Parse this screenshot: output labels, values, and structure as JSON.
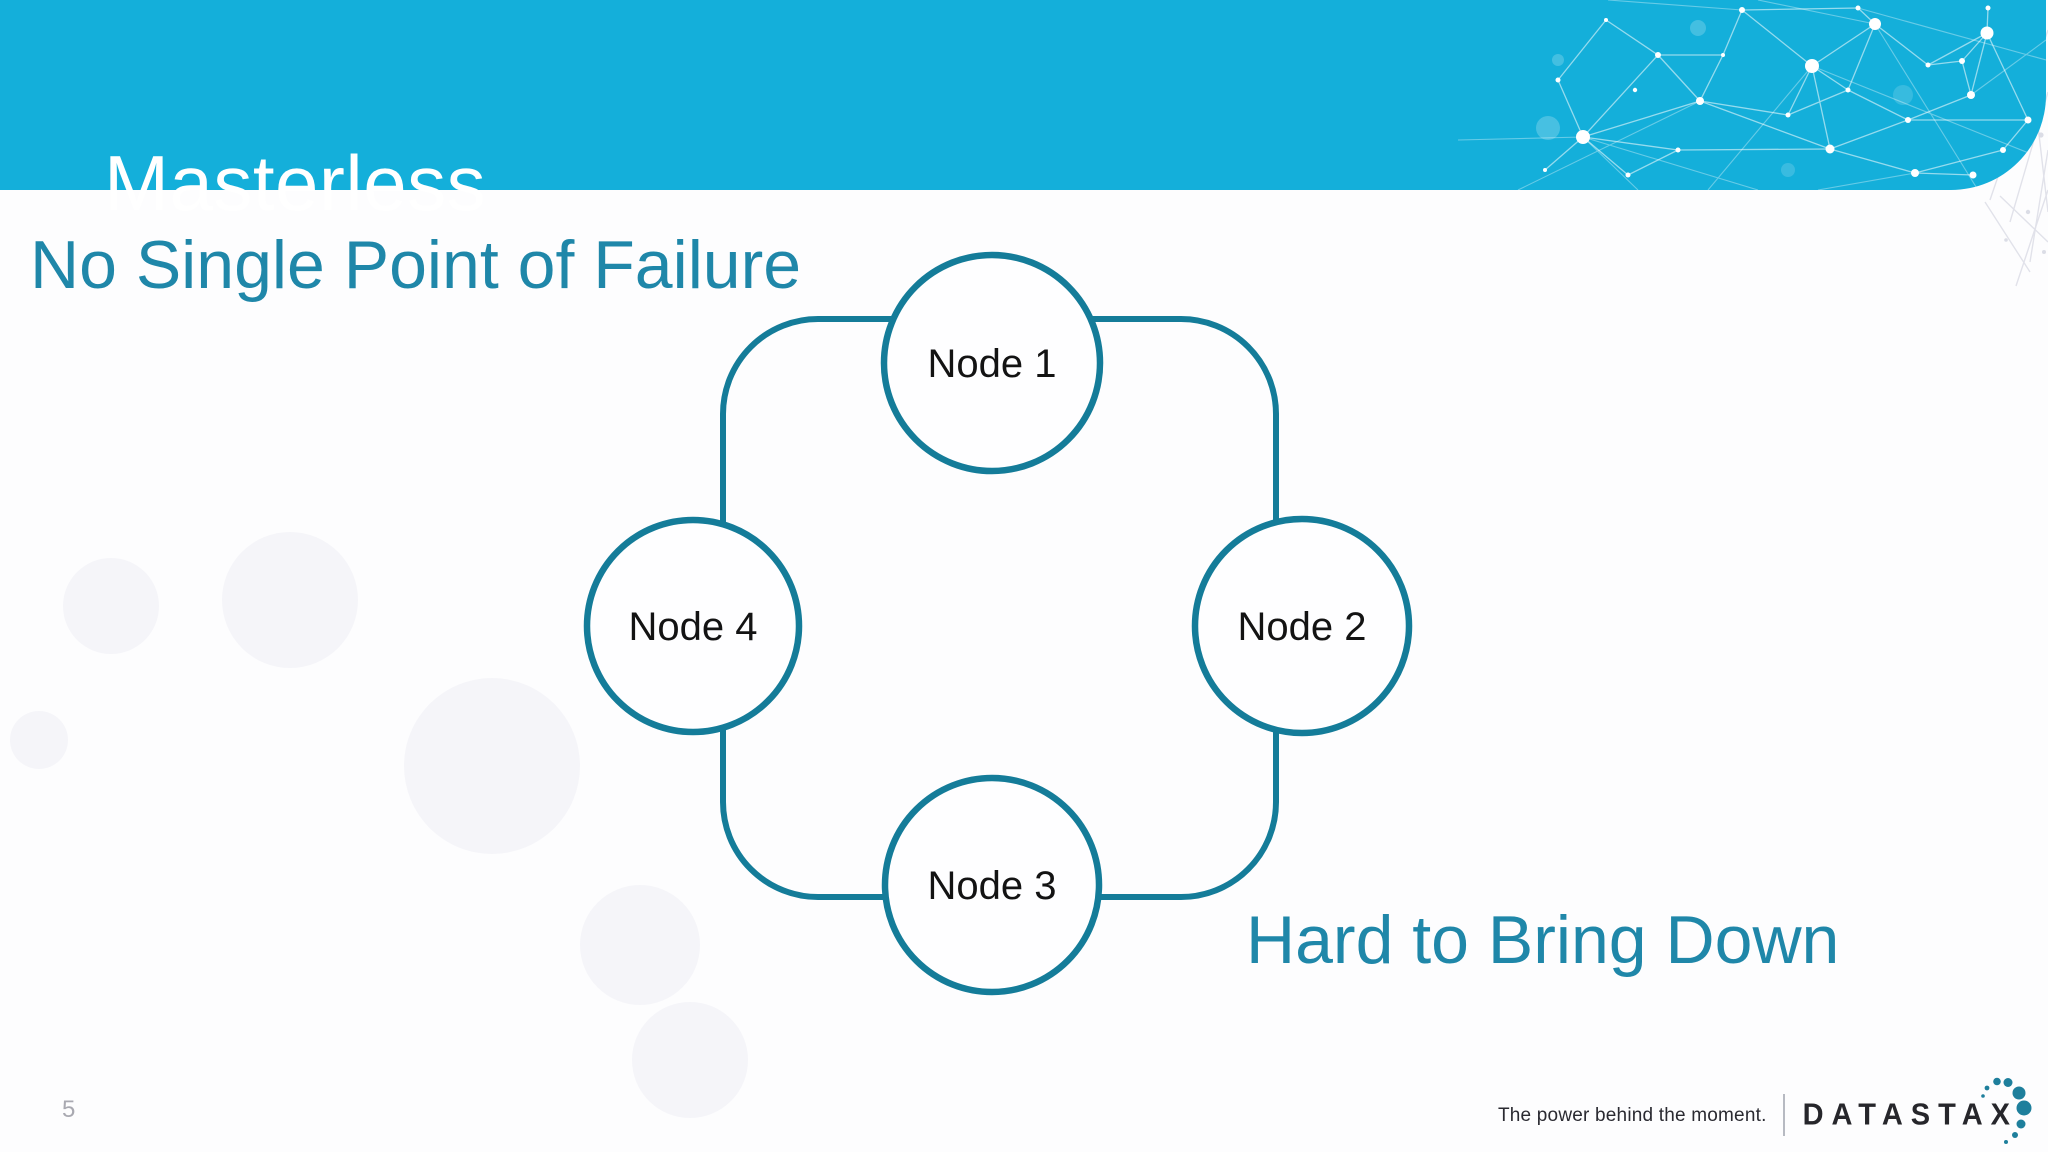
{
  "header": {
    "title": "Masterless"
  },
  "main": {
    "heading_left": "No Single Point of Failure",
    "heading_right": "Hard to Bring Down"
  },
  "diagram": {
    "type": "ring-topology",
    "nodes": [
      {
        "label": "Node 1",
        "position": "top"
      },
      {
        "label": "Node 2",
        "position": "right"
      },
      {
        "label": "Node 3",
        "position": "bottom"
      },
      {
        "label": "Node 4",
        "position": "left"
      }
    ],
    "connections": [
      [
        "Node 1",
        "Node 2"
      ],
      [
        "Node 2",
        "Node 3"
      ],
      [
        "Node 3",
        "Node 4"
      ],
      [
        "Node 4",
        "Node 1"
      ]
    ]
  },
  "footer": {
    "page_number": "5",
    "tagline": "The power behind the moment.",
    "brand": "DATASTAX"
  },
  "colors": {
    "band_cyan": "#14AFDA",
    "heading_teal": "#1F87A9",
    "diagram_stroke": "#147C99",
    "node_fill": "#FEFEFF",
    "node_text": "#131313",
    "logo_dot_teal": "#1E7F9C",
    "logo_text": "#26262B",
    "page_number_gray": "#A9A9B1"
  }
}
